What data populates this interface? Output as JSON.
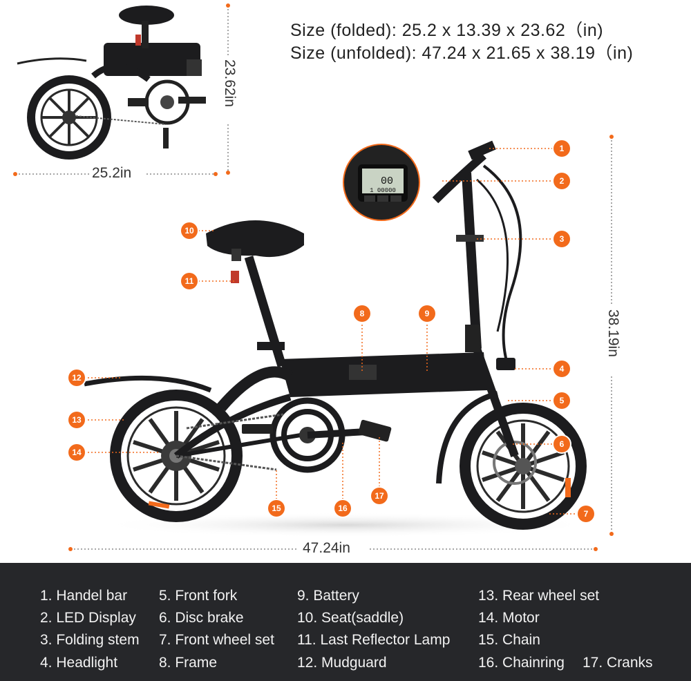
{
  "header": {
    "size_folded": "Size (folded): 25.2 x 13.39 x 23.62（in)",
    "size_unfolded": "Size (unfolded): 47.24 x 21.65 x 38.19（in)"
  },
  "dimensions": {
    "folded_width": "25.2in",
    "folded_height": "23.62in",
    "unfolded_width": "47.24in",
    "unfolded_height": "38.19in"
  },
  "display_readout": {
    "top": "00",
    "bottom": "1 00000"
  },
  "callouts": [
    {
      "label": "1"
    },
    {
      "label": "2"
    },
    {
      "label": "3"
    },
    {
      "label": "4"
    },
    {
      "label": "5"
    },
    {
      "label": "6"
    },
    {
      "label": "7"
    },
    {
      "label": "8"
    },
    {
      "label": "9"
    },
    {
      "label": "10"
    },
    {
      "label": "11"
    },
    {
      "label": "12"
    },
    {
      "label": "13"
    },
    {
      "label": "14"
    },
    {
      "label": "15"
    },
    {
      "label": "16"
    },
    {
      "label": "17"
    }
  ],
  "legend": [
    "1. Handel bar",
    "2. LED Display",
    "3. Folding stem",
    "4. Headlight",
    "5. Front fork",
    "6. Disc brake",
    "7. Front wheel set",
    "8. Frame",
    "9. Battery",
    "10. Seat(saddle)",
    "11. Last Reflector Lamp",
    "12. Mudguard",
    "13. Rear wheel set",
    "14. Motor",
    "15. Chain",
    "16. Chainring",
    "17. Cranks"
  ],
  "colors": {
    "accent": "#f26a1b",
    "bike": "#1c1c1e",
    "legend_bg": "#26272a",
    "legend_text": "#f2f2f2"
  }
}
